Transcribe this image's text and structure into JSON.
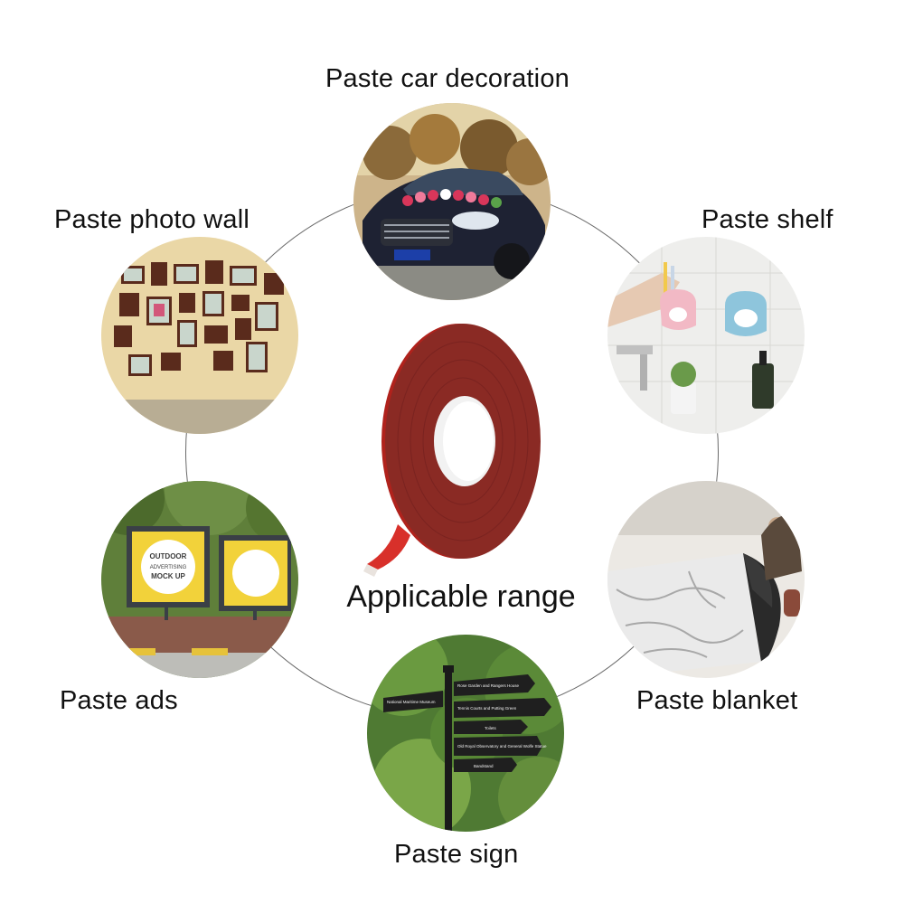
{
  "labels": {
    "car": "Paste car decoration",
    "photo_wall": "Paste photo wall",
    "shelf": "Paste shelf",
    "ads": "Paste ads",
    "blanket": "Paste blanket",
    "sign": "Paste sign"
  },
  "center_title": "Applicable range",
  "images": {
    "ads_board": [
      "OUTDOOR",
      "ADVERTISING",
      "MOCK UP"
    ],
    "signpost": [
      "National Maritime Museum",
      "Rose Garden and Rangers House",
      "Tennis Courts and Putting Green",
      "Toilets",
      "Old Royal Observatory and General Wolfe Statue",
      "Bandstand"
    ]
  },
  "colors": {
    "tape_body": "#8a2a24",
    "tape_edge": "#b0221c",
    "ring_line": "#6a6a6a"
  }
}
